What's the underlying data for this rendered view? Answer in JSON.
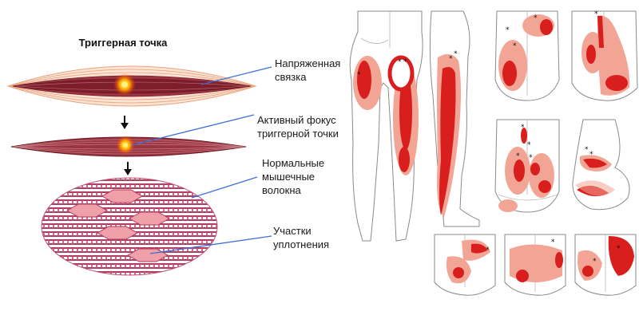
{
  "title": "Триггерная точка",
  "labels": {
    "taut_band": [
      "Напряженная",
      "связка"
    ],
    "active_focus": [
      "Активный фокус",
      "триггерной точки"
    ],
    "normal_fibers": [
      "Нормальные",
      "мышечные",
      "волокна"
    ],
    "nodules": [
      "Участки",
      "уплотнения"
    ]
  },
  "trigger_mark": "*",
  "colors": {
    "pain_zone": "#f2a594",
    "core_zone": "#d91e1e",
    "pointer": "#3d6fd6",
    "muscle": "#8a2230",
    "fiber": "#b23a5e",
    "nodule": "#f0a0a8"
  }
}
